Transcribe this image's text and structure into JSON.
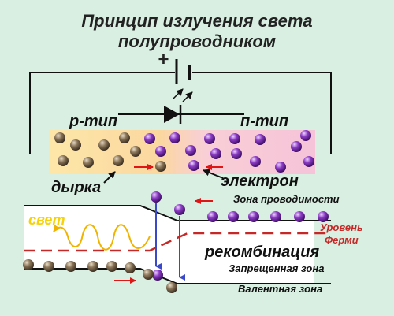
{
  "title_line1": "Принцип излучения света",
  "title_line2": "полупроводником",
  "battery_plus": "+",
  "label_p_type": "р-тип",
  "label_n_type": "п-тип",
  "label_hole": "дырка",
  "label_electron": "электрон",
  "label_light": "свет",
  "zone_conduction": "Зона проводимости",
  "fermi_line1": "Уровень",
  "fermi_line2": "Ферми",
  "label_recombination": "рекомбинация",
  "zone_forbidden": "Запрещенная зона",
  "zone_valence": "Валентная зона",
  "colors": {
    "background": "#d9efe1",
    "p_region": "#fde1a0",
    "n_region": "#f7c6da",
    "hole": "#6b5a45",
    "electron": "#7a2fb0",
    "red_arrow": "#e01515",
    "fermi_label": "#c62828",
    "light_label": "#f5d20a",
    "photon_wave": "#f0b400",
    "recombination_arrow": "#3949c8"
  }
}
